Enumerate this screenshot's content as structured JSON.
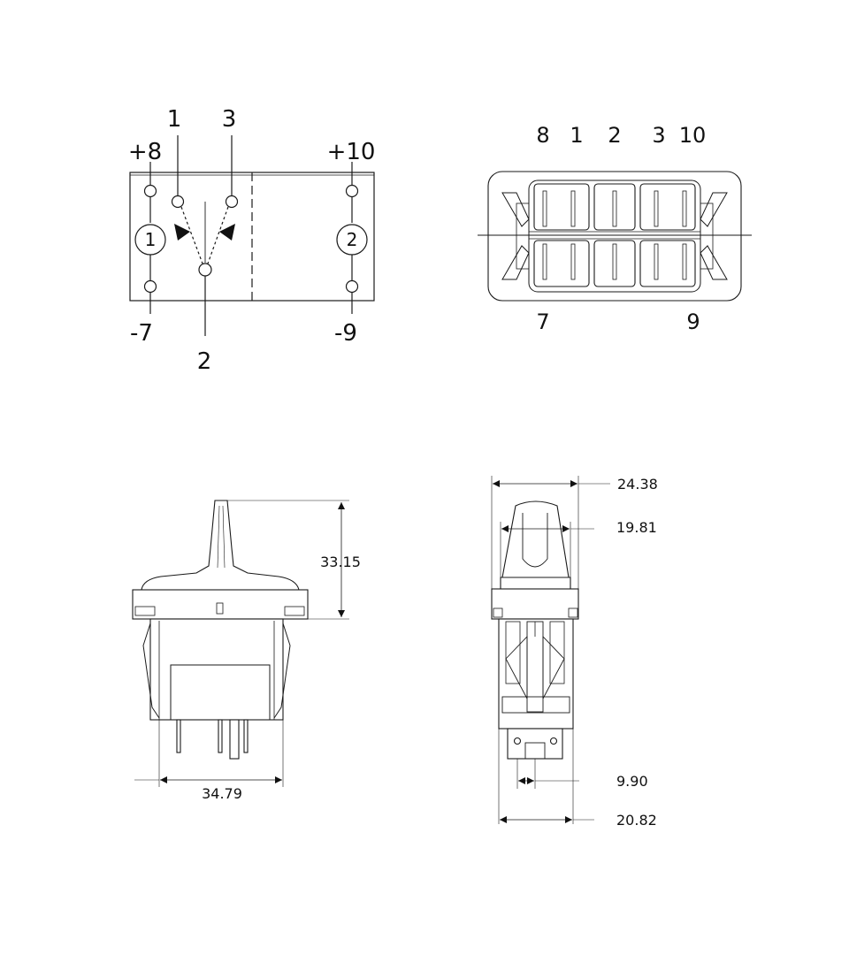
{
  "schematic": {
    "pins_top": [
      "1",
      "3"
    ],
    "pin_plus_left": "+8",
    "pin_plus_right": "+10",
    "pin_minus_left": "-7",
    "pin_minus_right": "-9",
    "pin_bottom": "2",
    "circle_left": "1",
    "circle_right": "2"
  },
  "connector": {
    "top_labels": [
      "8",
      "1",
      "2",
      "3",
      "10"
    ],
    "bottom_labels": [
      "7",
      "9"
    ]
  },
  "front_view": {
    "height_dim": "33.15",
    "width_dim": "34.79"
  },
  "side_view": {
    "dims": [
      "24.38",
      "19.81",
      "9.90",
      "20.82"
    ]
  },
  "colors": {
    "line": "#1a1a1a",
    "fill": "#ffffff",
    "light": "#d9d9d9"
  }
}
